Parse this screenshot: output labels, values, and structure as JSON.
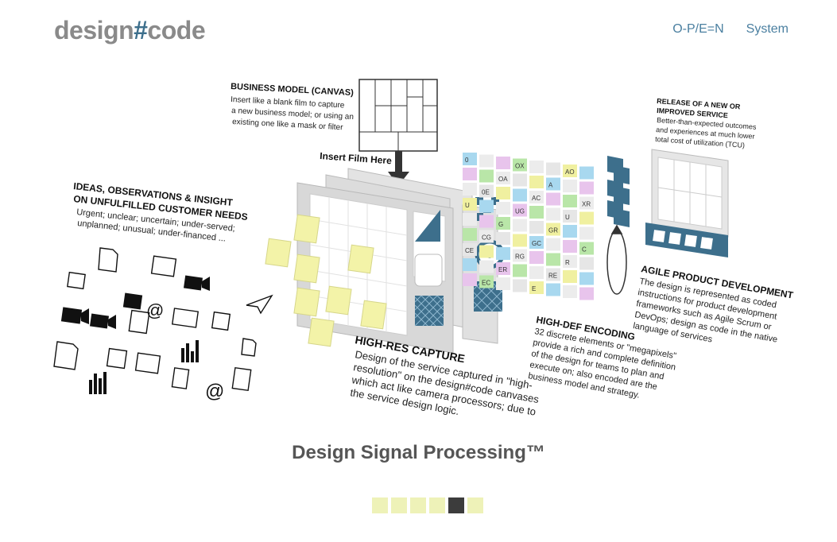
{
  "header": {
    "logo_part1": "design",
    "logo_hash": "#",
    "logo_part2": "code",
    "nav": [
      {
        "label": "O-P/E=N"
      },
      {
        "label": "System"
      }
    ]
  },
  "hero": {
    "business_model": {
      "title": "BUSINESS MODEL (CANVAS)",
      "lines": [
        "Insert like a blank film to capture",
        "a new business model; or using an",
        "existing one like a mask or filter"
      ]
    },
    "insert_film": "Insert Film Here",
    "ideas": {
      "title_lines": [
        "IDEAS, OBSERVATIONS & INSIGHT",
        "ON UNFULFILLED CUSTOMER NEEDS"
      ],
      "lines": [
        "Urgent; unclear; uncertain; under-served;",
        "unplanned; unusual; under-financed ..."
      ]
    },
    "release": {
      "title_lines": [
        "RELEASE OF A NEW OR",
        "IMPROVED SERVICE"
      ],
      "lines": [
        "Better-than-expected outcomes",
        "and experiences at much lower",
        "total cost of utilization (TCU)"
      ]
    },
    "agile": {
      "title": "AGILE PRODUCT DEVELOPMENT",
      "lines": [
        "The design is represented as coded",
        "instructions for product development",
        "frameworks such as Agile Scrum or",
        "DevOps; design as code in the native",
        "language of services"
      ]
    },
    "hidef": {
      "title": "HIGH-DEF ENCODING",
      "lines": [
        "32 discrete elements or \"megapixels\"",
        "provide a rich and complete definition",
        "of the design for teams to plan and",
        "execute on; also encoded are the",
        "business model and strategy."
      ]
    },
    "hires": {
      "title": "HIGH-RES CAPTURE",
      "lines": [
        "Design of the service captured in \"high-",
        "resolution\" on the design#code canvases",
        "which act like camera processors; due to",
        "the service design logic."
      ]
    },
    "grid_codes": [
      "0",
      "OX",
      "AO",
      "OA",
      "A",
      "0E",
      "AC",
      "XR",
      "U",
      "UG",
      "U",
      "G",
      "GR",
      "CG",
      "GC",
      "C",
      "CE",
      "RG",
      "R",
      "ER",
      "RE",
      "EC",
      "E"
    ]
  },
  "caption": "Design Signal Processing™",
  "pager": {
    "count": 6,
    "active_index": 4
  }
}
